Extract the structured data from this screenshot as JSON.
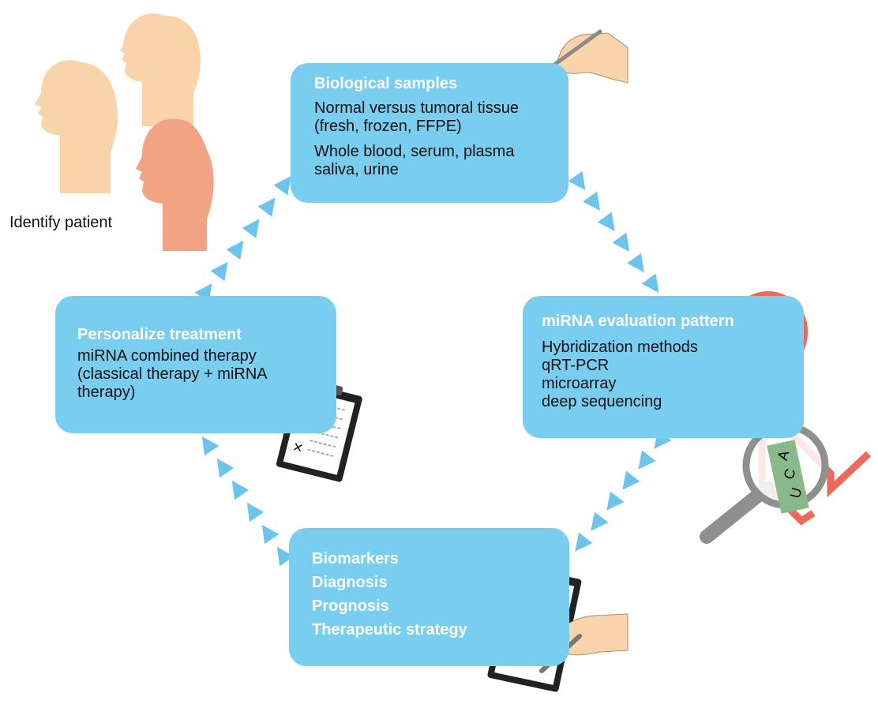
{
  "identify_label": "Identify patient",
  "samples": {
    "title": "Biological samples",
    "lines1": [
      "Normal versus tumoral tissue",
      "(fresh, frozen, FFPE)"
    ],
    "lines2": [
      "Whole blood, serum, plasma",
      "saliva, urine"
    ]
  },
  "mirna": {
    "title": "miRNA evaluation pattern",
    "lines": [
      "Hybridization methods",
      "qRT-PCR",
      "microarray",
      "deep sequencing"
    ]
  },
  "treatment": {
    "title": "Personalize treatment",
    "lines": [
      "miRNA combined therapy",
      "(classical therapy + miRNA",
      "therapy)"
    ]
  },
  "biomarkers": {
    "titles": [
      "Biomarkers",
      "Diagnosis",
      "Prognosis",
      "Therapeutic strategy"
    ]
  },
  "hairpin_letters": [
    "A",
    "C",
    "U"
  ],
  "colors": {
    "box": "#79cdee",
    "arrow": "#6cc4ec",
    "head_light": "#f9d4ab",
    "head_highlight": "#f2a383",
    "hairpin": "#ec6a5c"
  }
}
